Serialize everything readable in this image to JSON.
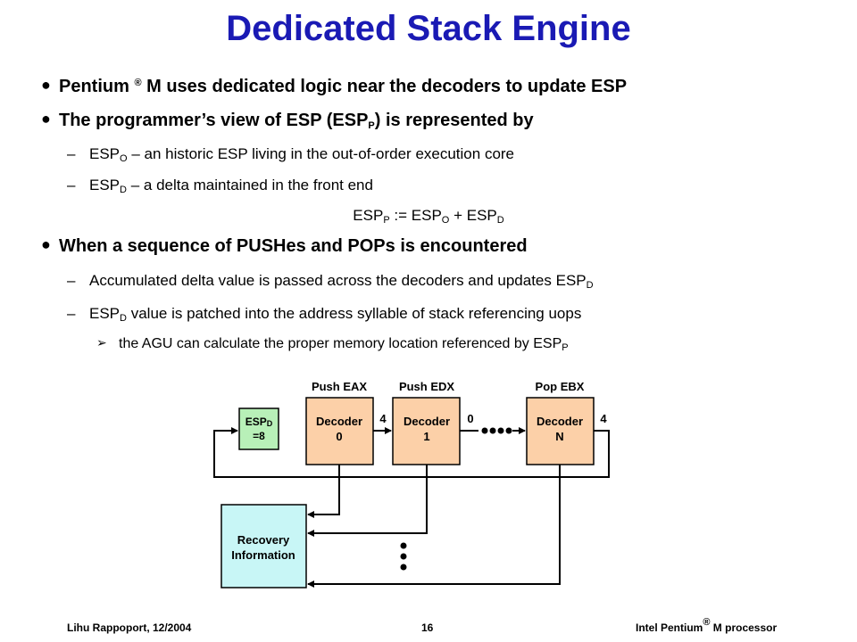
{
  "title": "Dedicated Stack Engine",
  "bullets": [
    {
      "pre": "Pentium ",
      "sup": "®",
      "post": " M uses dedicated logic near the decoders to update ESP"
    },
    {
      "pre": "The programmer’s view of ESP (ESP",
      "sub": "P",
      "post": ") is represented by"
    },
    {
      "pre": "When a sequence of PUSHes and POPs is encountered"
    }
  ],
  "sub_bullets": [
    {
      "pre": "ESP",
      "sub": "O",
      "post": " – an historic ESP living in the out-of-order execution core"
    },
    {
      "pre": "ESP",
      "sub": "D",
      "post": " – a delta maintained in the front end"
    },
    {
      "pre": "Accumulated delta value is passed across the decoders and updates ESP",
      "sub": "D",
      "post": ""
    },
    {
      "pre": "ESP",
      "sub": "D",
      "post": " value is patched into the address syllable of stack referencing uops"
    }
  ],
  "sub_sub_bullet": {
    "pre": "the AGU can calculate the proper memory location referenced by ESP",
    "sub": "P"
  },
  "formula": {
    "a": "ESP",
    "a_sub": "P",
    "op1": " := ESP",
    "b_sub": "O",
    "op2": " + ESP",
    "c_sub": "D"
  },
  "diagram": {
    "esp_box": {
      "line1": "ESP",
      "line1_sub": "D",
      "line2": "=8"
    },
    "decoders": [
      {
        "header": "Push EAX",
        "line1": "Decoder",
        "line2": "0",
        "out_value": "4"
      },
      {
        "header": "Push EDX",
        "line1": "Decoder",
        "line2": "1",
        "out_value": "0"
      },
      {
        "header": "Pop EBX",
        "line1": "Decoder",
        "line2": "N",
        "out_value": "4"
      }
    ],
    "recovery": {
      "line1": "Recovery",
      "line2": "Information"
    },
    "colors": {
      "esp_fill": "#b8f0b8",
      "decoder_fill": "#fcd0a8",
      "recovery_fill": "#c8f6f6"
    }
  },
  "footer": {
    "author": "Lihu Rappoport,  12/2004",
    "page": "16",
    "product_pre": "Intel Pentium",
    "product_sup": "®",
    "product_post": " M processor"
  },
  "colors": {
    "title": "#1a1ab4"
  }
}
